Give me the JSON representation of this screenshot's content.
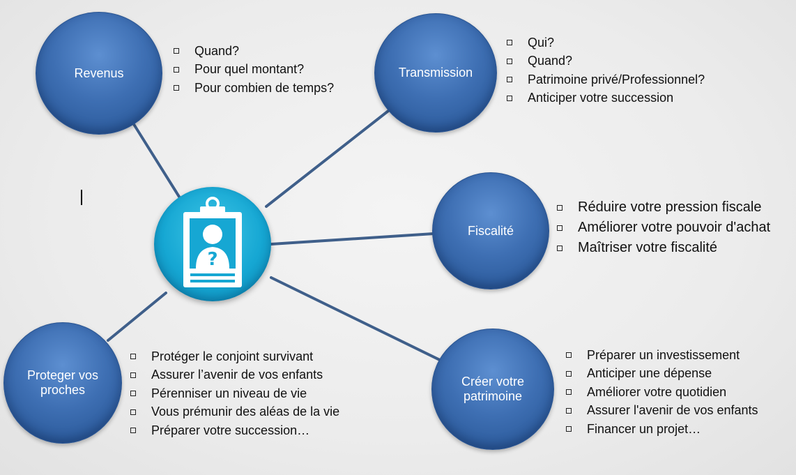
{
  "nodes": {
    "revenus": "Revenus",
    "transmission": "Transmission",
    "fiscalite": "Fiscalité",
    "proteger": "Proteger vos proches",
    "creer": "Créer votre patrimoine"
  },
  "center_icon": "clipboard-person-question-icon",
  "lists": {
    "revenus": [
      "Quand?",
      "Pour quel montant?",
      "Pour combien de temps?"
    ],
    "transmission": [
      "Qui?",
      "Quand?",
      "Patrimoine privé/Professionnel?",
      "Anticiper votre succession"
    ],
    "fiscalite": [
      "Réduire votre pression fiscale",
      "Améliorer votre pouvoir d'achat",
      "Maîtriser votre fiscalité"
    ],
    "proteger": [
      "Protéger le conjoint survivant",
      "Assurer l’avenir de vos enfants",
      "Pérenniser un niveau de vie",
      "Vous prémunir des aléas de la vie",
      "Préparer votre succession…"
    ],
    "creer": [
      "Préparer un investissement",
      "Anticiper une dépense",
      "Améliorer votre quotidien",
      "Assurer l'avenir de vos enfants",
      "Financer un projet…"
    ]
  },
  "colors": {
    "node_blue": "#3e6fb3",
    "center_cyan": "#16a7d3",
    "connector": "#3f5f8a"
  }
}
